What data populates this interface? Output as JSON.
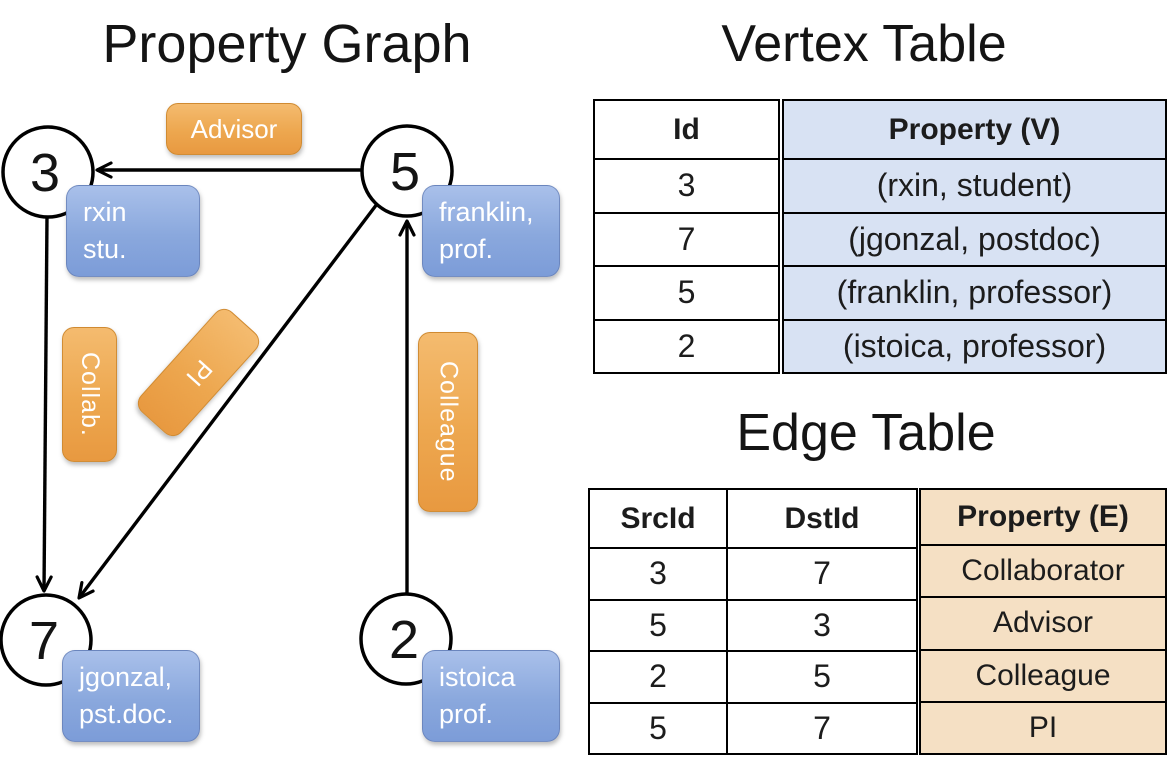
{
  "graph": {
    "title": "Property Graph",
    "nodes": {
      "n3": {
        "id": "3",
        "property_line1": "rxin",
        "property_line2": "stu."
      },
      "n5": {
        "id": "5",
        "property_line1": "franklin,",
        "property_line2": "prof."
      },
      "n7": {
        "id": "7",
        "property_line1": "jgonzal,",
        "property_line2": "pst.doc."
      },
      "n2": {
        "id": "2",
        "property_line1": "istoica",
        "property_line2": "prof."
      }
    },
    "edge_labels": {
      "advisor": "Advisor",
      "collab": "Collab.",
      "pi": "PI",
      "colleague": "Colleague"
    }
  },
  "vertex_table": {
    "title": "Vertex Table",
    "headers": {
      "id": "Id",
      "property": "Property (V)"
    },
    "rows": [
      {
        "id": "3",
        "property": "(rxin, student)"
      },
      {
        "id": "7",
        "property": "(jgonzal, postdoc)"
      },
      {
        "id": "5",
        "property": "(franklin, professor)"
      },
      {
        "id": "2",
        "property": "(istoica, professor)"
      }
    ]
  },
  "edge_table": {
    "title": "Edge Table",
    "headers": {
      "src": "SrcId",
      "dst": "DstId",
      "property": "Property (E)"
    },
    "rows": [
      {
        "src": "3",
        "dst": "7",
        "property": "Collaborator"
      },
      {
        "src": "5",
        "dst": "3",
        "property": "Advisor"
      },
      {
        "src": "2",
        "dst": "5",
        "property": "Colleague"
      },
      {
        "src": "5",
        "dst": "7",
        "property": "PI"
      }
    ]
  },
  "colors": {
    "vertex_property_bg": "#d8e2f3",
    "edge_property_bg": "#f5e0c4",
    "vertex_box_blue": "#7c9cd8",
    "edge_pill_orange": "#e89940",
    "stroke_black": "#000000"
  }
}
